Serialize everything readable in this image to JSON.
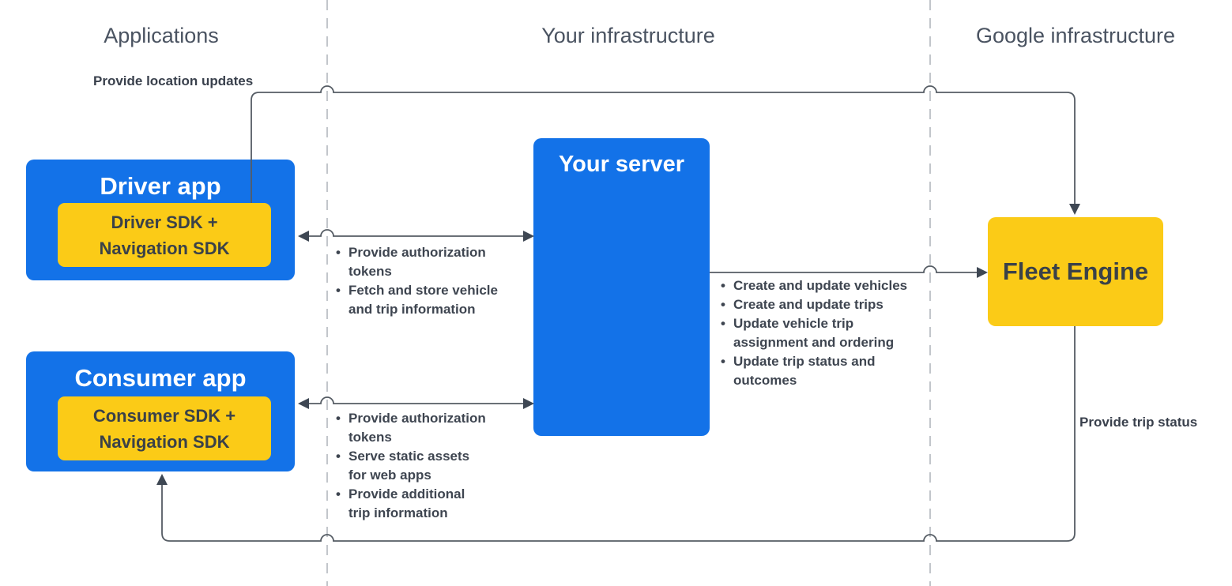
{
  "columns": {
    "applications": "Applications",
    "your_infrastructure": "Your infrastructure",
    "google_infrastructure": "Google infrastructure"
  },
  "nodes": {
    "driver_app": {
      "title": "Driver app",
      "sdk": "Driver SDK +\nNavigation SDK"
    },
    "consumer_app": {
      "title": "Consumer app",
      "sdk": "Consumer SDK +\nNavigation SDK"
    },
    "your_server": {
      "title": "Your server"
    },
    "fleet_engine": {
      "title": "Fleet Engine"
    }
  },
  "edges": {
    "driver_to_fleet": {
      "label": "Provide location updates"
    },
    "fleet_to_consumer": {
      "label": "Provide trip status"
    },
    "driver_server": {
      "notes": [
        "Provide authorization\ntokens",
        "Fetch and store vehicle\nand trip information"
      ]
    },
    "consumer_server": {
      "notes": [
        "Provide authorization\ntokens",
        "Serve static assets\nfor web apps",
        "Provide additional\ntrip information"
      ]
    },
    "server_fleet": {
      "notes": [
        "Create and update vehicles",
        "Create and update trips",
        "Update vehicle trip\nassignment and ordering",
        "Update trip status and\noutcomes"
      ]
    }
  },
  "colors": {
    "node_blue": "#1372E8",
    "node_yellow": "#FBCB17",
    "text_on_blue": "#FFFFFF",
    "text_dark": "#3A4148",
    "note_text": "#3E4550",
    "header_text": "#4A5361",
    "line": "#555C64",
    "arrowhead": "#3E4753",
    "lane_divider": "#C2C6CB"
  }
}
